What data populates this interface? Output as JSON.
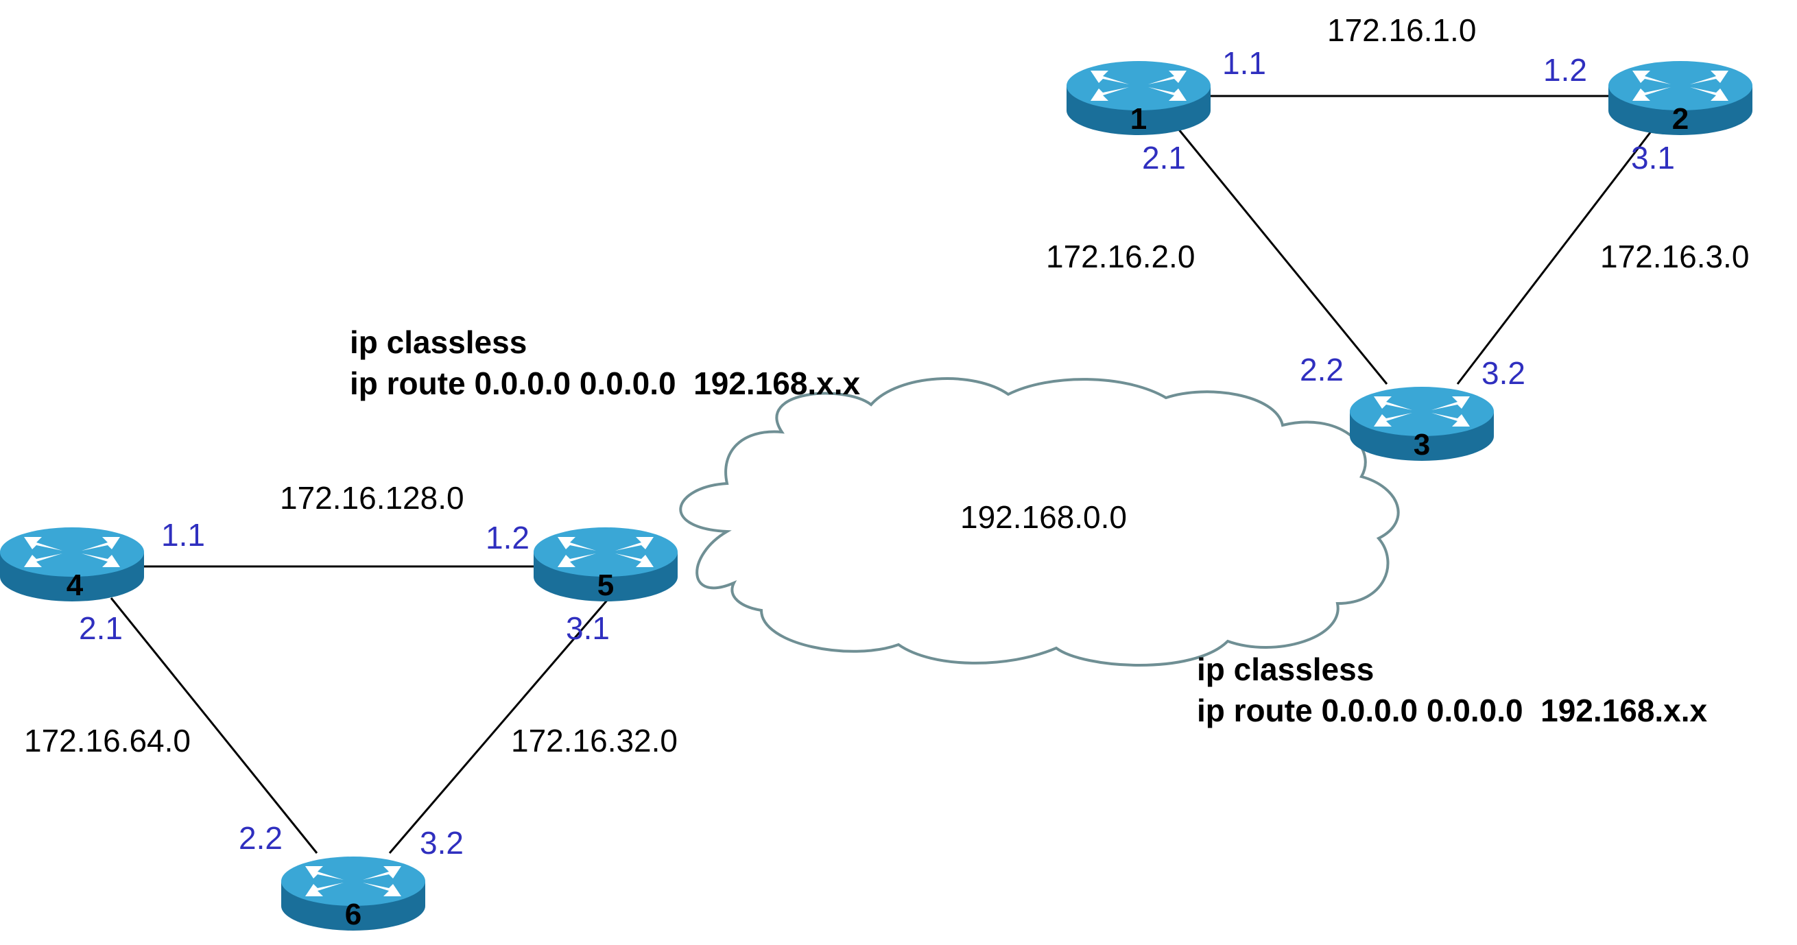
{
  "colors": {
    "interface_label": "#2f2fbf",
    "cloud_stroke": "#6f8f94",
    "router_top": "#3aa7d6",
    "router_side": "#1a6f9a"
  },
  "routers": [
    {
      "number": "1"
    },
    {
      "number": "2"
    },
    {
      "number": "3"
    },
    {
      "number": "4"
    },
    {
      "number": "5"
    },
    {
      "number": "6"
    }
  ],
  "networks": {
    "n1": "172.16.1.0",
    "n2": "172.16.2.0",
    "n3": "172.16.3.0",
    "n128": "172.16.128.0",
    "n64": "172.16.64.0",
    "n32": "172.16.32.0",
    "cloud": "192.168.0.0"
  },
  "interfaces": {
    "r1_a": "1.1",
    "r2_a": "1.2",
    "r1_b": "2.1",
    "r2_b": "3.1",
    "r3_a": "2.2",
    "r3_b": "3.2",
    "r4_a": "1.1",
    "r5_a": "1.2",
    "r4_b": "2.1",
    "r5_b": "3.1",
    "r6_a": "2.2",
    "r6_b": "3.2"
  },
  "config_left": {
    "line1": "ip classless",
    "line2": "ip route 0.0.0.0 0.0.0.0  192.168.x.x"
  },
  "config_right": {
    "line1": "ip classless",
    "line2": "ip route 0.0.0.0 0.0.0.0  192.168.x.x"
  }
}
